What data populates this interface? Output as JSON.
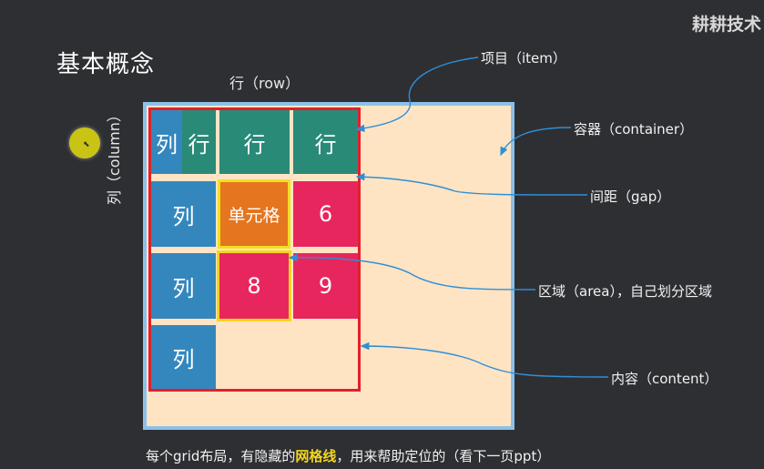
{
  "slide": {
    "title": "基本概念",
    "brand": "耕耕技术",
    "row_label": "行（row）",
    "column_label": "列（column）"
  },
  "grid": {
    "cells": {
      "c1_col": "列",
      "c1_row": "行",
      "c2": "行",
      "c3": "行",
      "c4": "列",
      "c5": "单元格",
      "c6": "6",
      "c7": "列",
      "c8": "8",
      "c9": "9",
      "c10": "列"
    }
  },
  "annotations": {
    "item": "项目（item）",
    "container": "容器（container）",
    "gap": "间距（gap）",
    "area": "区域（area），自己划分区域",
    "content": "内容（content）"
  },
  "footer": {
    "before": "每个grid布局，有隐藏的",
    "highlight": "网格线",
    "after": "，用来帮助定位的（看下一页ppt）"
  },
  "colors": {
    "item_teal": "#2a8a78",
    "item_blue": "#3487bd",
    "cell_orange": "#e5751e",
    "item_pink": "#e8265e",
    "container_bg": "#ffe4c4",
    "content_border": "#e2202c",
    "arrow": "#2e8fd6",
    "highlight": "#f3d61c"
  }
}
